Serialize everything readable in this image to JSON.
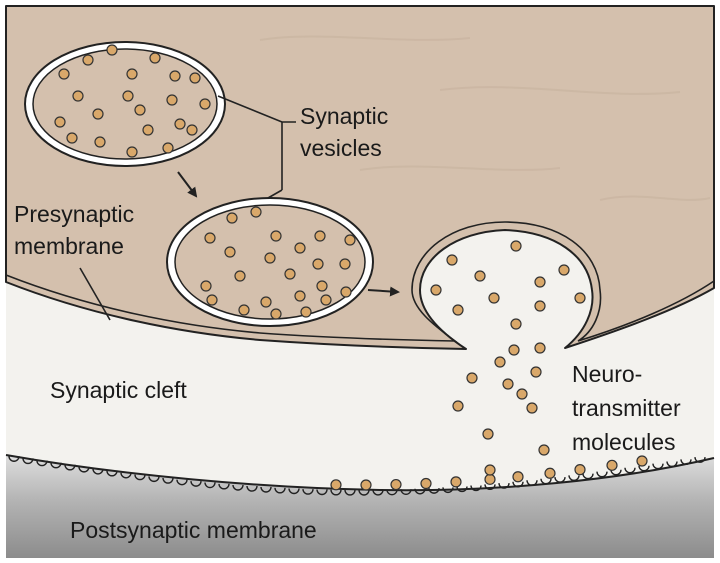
{
  "labels": {
    "synaptic_vesicles_line1": "Synaptic",
    "synaptic_vesicles_line2": "vesicles",
    "presynaptic_line1": "Presynaptic",
    "presynaptic_line2": "membrane",
    "synaptic_cleft": "Synaptic cleft",
    "neuro_line1": "Neuro-",
    "neuro_line2": "transmitter",
    "neuro_line3": "molecules",
    "postsynaptic": "Postsynaptic membrane"
  },
  "colors": {
    "cytoplasm": "#d4c0ad",
    "cleft": "#f3f2ee",
    "postsynaptic_gradient_top": "#d3d3d3",
    "postsynaptic_gradient_bottom": "#8a8a8a",
    "molecule_fill": "#d9a86a",
    "outline": "#222222"
  }
}
